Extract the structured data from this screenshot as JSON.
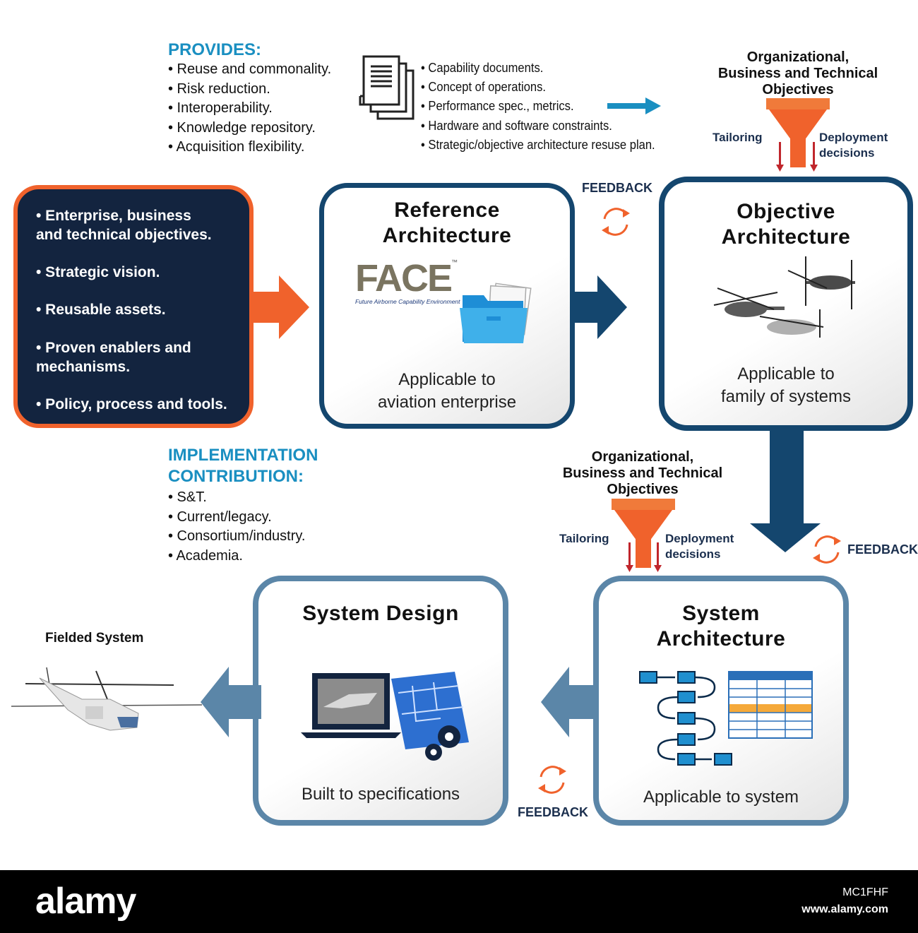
{
  "provides": {
    "heading": "PROVIDES:",
    "items": [
      "• Reuse and commonality.",
      "• Risk reduction.",
      "• Interoperability.",
      "• Knowledge repository.",
      "• Acquisition flexibility."
    ]
  },
  "documents": {
    "items": [
      "• Capability documents.",
      "• Concept of operations.",
      "• Performance spec., metrics.",
      "• Hardware and software constraints.",
      "• Strategic/objective architecture resuse plan."
    ]
  },
  "funnel_top": {
    "title_lines": [
      "Organizational,",
      "Business and Technical",
      "Objectives"
    ],
    "left_label": "Tailoring",
    "right_label_lines": [
      "Deployment",
      "decisions"
    ]
  },
  "funnel_mid": {
    "title_lines": [
      "Organizational,",
      "Business and Technical",
      "Objectives"
    ],
    "left_label": "Tailoring",
    "right_label_lines": [
      "Deployment",
      "decisions"
    ]
  },
  "inputs_box": {
    "items": [
      [
        "• Enterprise, business",
        "  and technical objectives."
      ],
      [
        "• Strategic vision."
      ],
      [
        "• Reusable assets."
      ],
      [
        "• Proven enablers and",
        "  mechanisms."
      ],
      [
        "• Policy, process and tools."
      ]
    ]
  },
  "reference_architecture": {
    "title_lines": [
      "Reference",
      "Architecture"
    ],
    "logo_text": "FACE",
    "logo_tm": "™",
    "logo_subtitle": "Future Airborne Capability Environment",
    "subtitle_lines": [
      "Applicable to",
      "aviation enterprise"
    ]
  },
  "objective_architecture": {
    "title_lines": [
      "Objective",
      "Architecture"
    ],
    "subtitle_lines": [
      "Applicable to",
      "family of systems"
    ]
  },
  "system_architecture": {
    "title_lines": [
      "System",
      "Architecture"
    ],
    "subtitle": "Applicable to system"
  },
  "system_design": {
    "title": "System Design",
    "subtitle": "Built to specifications"
  },
  "implementation": {
    "heading_lines": [
      "IMPLEMENTATION",
      "CONTRIBUTION:"
    ],
    "items": [
      "• S&T.",
      "• Current/legacy.",
      "• Consortium/industry.",
      "• Academia."
    ]
  },
  "feedback": {
    "label": "FEEDBACK"
  },
  "fielded_system": {
    "label": "Fielded System"
  },
  "footer": {
    "brand": "alamy",
    "image_id": "MC1FHF",
    "url": "www.alamy.com"
  },
  "colors": {
    "navy": "#13243f",
    "orange": "#f0622c",
    "dark_blue": "#14466e",
    "steel_blue": "#5b86a8",
    "accent_blue": "#1a8fc1"
  }
}
